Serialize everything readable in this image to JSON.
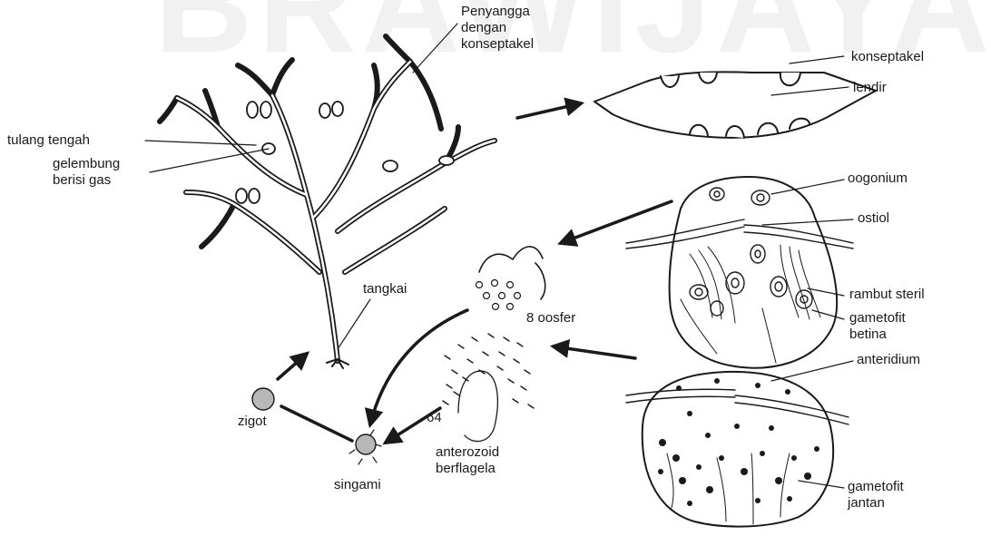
{
  "labels": {
    "penyangga": [
      "Penyangga",
      "dengan",
      "konseptakel"
    ],
    "tulang_tengah": "tulang tengah",
    "gelembung": [
      "gelembung",
      "berisi gas"
    ],
    "tangkai": "tangkai",
    "konseptakel": "konseptakel",
    "lendir": "lendir",
    "oogonium": "oogonium",
    "ostiol": "ostiol",
    "rambut_steril": "rambut steril",
    "gametofit_betina": [
      "gametofit",
      "betina"
    ],
    "oosfer": "8 oosfer",
    "anteridium": "anteridium",
    "gametofit_jantan": [
      "gametofit",
      "jantan"
    ],
    "count_64": "64",
    "anterozoid": [
      "anterozoid",
      "berflagela"
    ],
    "zigot": "zigot",
    "singami": "singami"
  },
  "colors": {
    "ink": "#1a1a1a",
    "zygote_fill": "#b8b8b8",
    "watermark": "#000000"
  },
  "watermark_text": "BRAWIJAYA"
}
